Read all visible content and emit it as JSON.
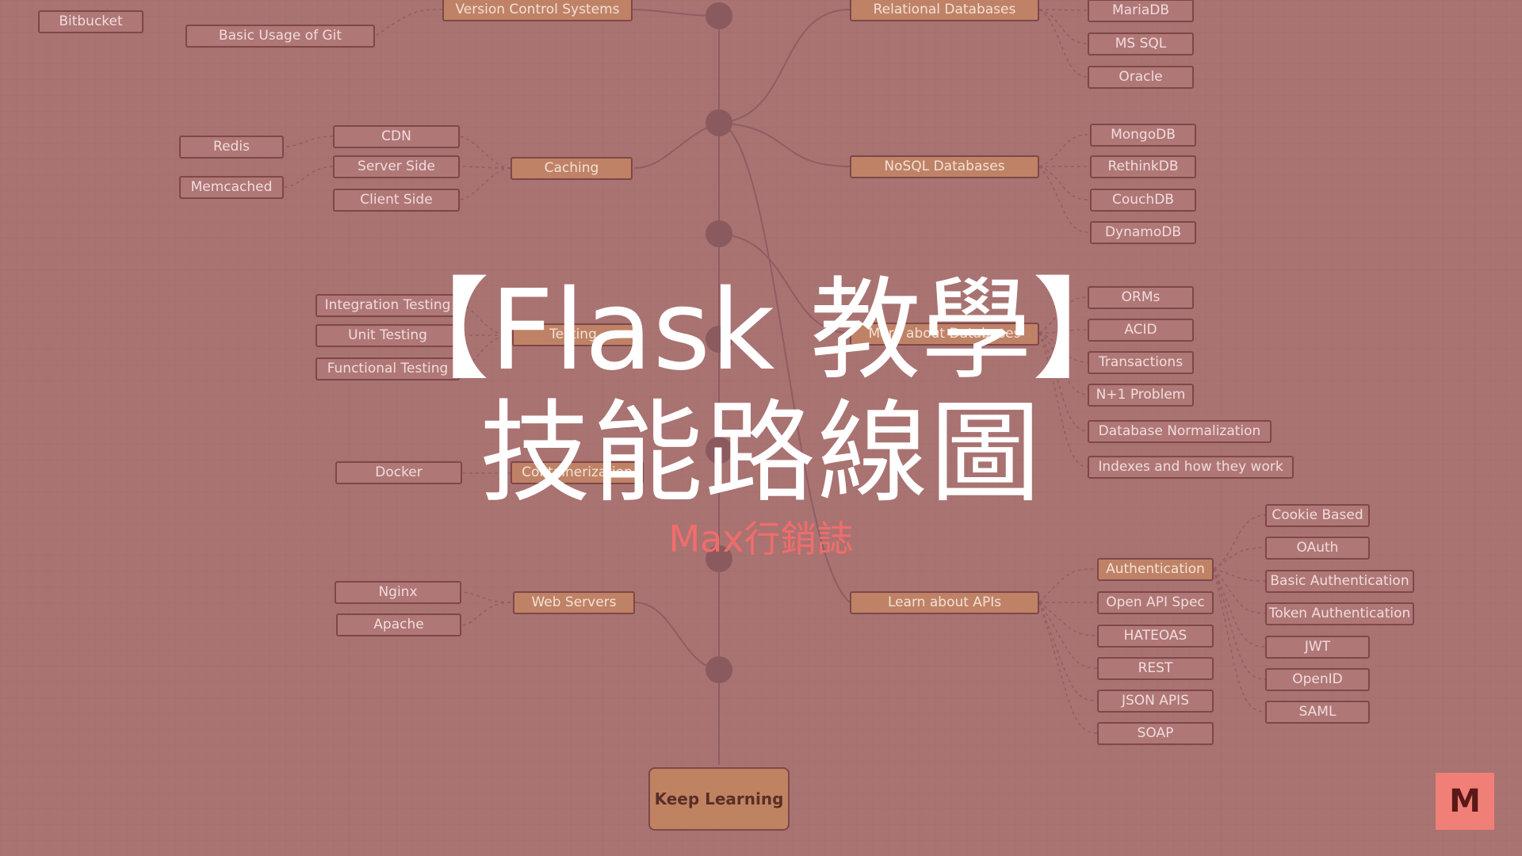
{
  "title_line1": "【Flask 教學】",
  "title_line2": "技能路線圖",
  "subtitle": "Max行銷誌",
  "logo_letter": "M",
  "keep_learning": "Keep Learning",
  "roadmap": {
    "version_control_systems": "Version Control Systems",
    "basic_usage_of_git": "Basic Usage of Git",
    "bitbucket": "Bitbucket",
    "relational_databases": "Relational Databases",
    "mariadb": "MariaDB",
    "ms_sql": "MS SQL",
    "oracle": "Oracle",
    "nosql_databases": "NoSQL Databases",
    "mongodb": "MongoDB",
    "rethinkdb": "RethinkDB",
    "couchdb": "CouchDB",
    "dynamodb": "DynamoDB",
    "caching": "Caching",
    "cdn": "CDN",
    "server_side": "Server Side",
    "client_side": "Client Side",
    "redis": "Redis",
    "memcached": "Memcached",
    "testing": "Testing",
    "integration_testing": "Integration Testing",
    "unit_testing": "Unit Testing",
    "functional_testing": "Functional Testing",
    "more_about_databases": "More about Databases",
    "orms": "ORMs",
    "acid": "ACID",
    "transactions": "Transactions",
    "n1_problem": "N+1 Problem",
    "database_normalization": "Database Normalization",
    "indexes": "Indexes and how they work",
    "containerization": "Containerization",
    "docker": "Docker",
    "web_servers": "Web Servers",
    "nginx": "Nginx",
    "apache": "Apache",
    "learn_about_apis": "Learn about APIs",
    "authentication": "Authentication",
    "open_api_spec": "Open API Spec",
    "hateoas": "HATEOAS",
    "rest": "REST",
    "json_apis": "JSON APIS",
    "soap": "SOAP",
    "cookie_based": "Cookie Based",
    "oauth": "OAuth",
    "basic_authentication": "Basic Authentication",
    "token_authentication": "Token Authentication",
    "jwt": "JWT",
    "openid": "OpenID",
    "saml": "SAML"
  },
  "colors": {
    "background": "#a97372",
    "node_fill": "#b07777",
    "main_node_fill": "#bf8266",
    "hub": "#8a5a5f",
    "title": "#ffffff",
    "subtitle": "#f06d6b",
    "logo_bg": "#f08077"
  }
}
